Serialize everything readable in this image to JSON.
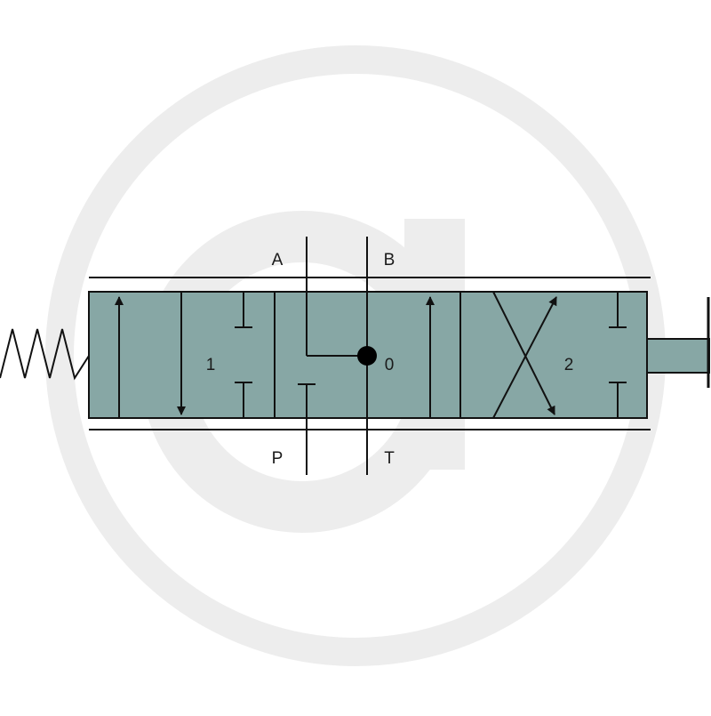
{
  "ports": {
    "a": "A",
    "b": "B",
    "p": "P",
    "t": "T"
  },
  "positions": {
    "left": "1",
    "center": "0",
    "right": "2"
  },
  "colors": {
    "valve_fill": "#87a7a5",
    "line": "#111111",
    "watermark": "#ededed",
    "background": "#ffffff"
  }
}
